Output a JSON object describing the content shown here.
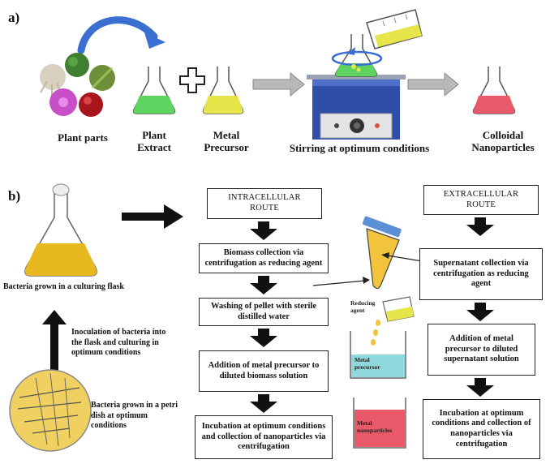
{
  "panel_a": {
    "label": "a)",
    "steps": {
      "plant_parts": "Plant parts",
      "plant_extract_line1": "Plant",
      "plant_extract_line2": "Extract",
      "metal_precursor_line1": "Metal",
      "metal_precursor_line2": "Precursor",
      "stirring": "Stirring at optimum conditions",
      "colloidal_line1": "Colloidal",
      "colloidal_line2": "Nanoparticles"
    }
  },
  "panel_b": {
    "label": "b)",
    "flask_caption": "Bacteria grown in a culturing flask",
    "inoculation_caption": "Inoculation of bacteria into the flask and culturing in optimum conditions",
    "petri_caption": "Bacteria grown in a petri dish at optimum conditions",
    "intracellular": {
      "title_line1": "INTRACELLULAR",
      "title_line2": "ROUTE",
      "steps": [
        "Biomass collection via centrifugation as reducing agent",
        "Washing of pellet with sterile distilled water",
        "Addition of metal precursor to diluted biomass solution",
        "Incubation at optimum conditions and collection of nanoparticles via centrifugation"
      ]
    },
    "extracellular": {
      "title_line1": "EXTRACELLULAR",
      "title_line2": "ROUTE",
      "steps": [
        "Supernatant collection via centrifugation as reducing agent",
        "Addition of metal precursor to diluted supernatant solution",
        "Incubation at optimum conditions and collection of nanoparticles via centrifugation"
      ]
    },
    "center_labels": {
      "reducing_agent_line1": "Reducing",
      "reducing_agent_line2": "agent",
      "metal_precursor_line1": "Metal",
      "metal_precursor_line2": "precursor",
      "metal_nanoparticles_line1": "Metal",
      "metal_nanoparticles_line2": "nanoparticles"
    }
  },
  "colors": {
    "green_extract": "#5fd35f",
    "yellow_precursor": "#e6e64a",
    "red_nanoparticles": "#e85a6a",
    "bacteria_yellow": "#e8b820",
    "cyan_precursor": "#8fd8dc",
    "hotplate_blue": "#2e4ea8",
    "arrow_blue": "#3b6fd1",
    "grey_arrow": "#b4b4b4"
  }
}
